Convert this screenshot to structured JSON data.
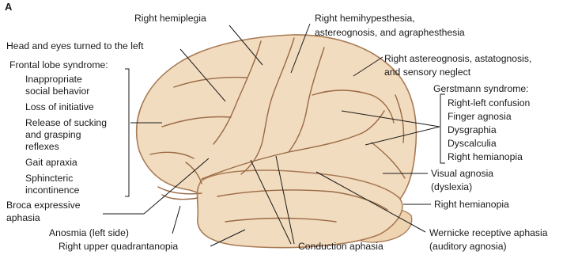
{
  "panel_label": "A",
  "labels": {
    "right_hemiplegia": "Right hemiplegia",
    "hemihypesthesia_1": "Right hemihypesthesia,",
    "hemihypesthesia_2": "astereognosis, and agraphesthesia",
    "head_eyes": "Head and eyes turned to the left",
    "astereognosis_1": "Right astereognosis, astatognosis,",
    "astereognosis_2": "and sensory neglect",
    "frontal_title": "Frontal lobe syndrome:",
    "frontal_items": [
      [
        "Inappropriate",
        "social behavior"
      ],
      [
        "Loss of initiative"
      ],
      [
        "Release of sucking",
        "and grasping",
        "reflexes"
      ],
      [
        "Gait apraxia"
      ],
      [
        "Sphincteric",
        "incontinence"
      ]
    ],
    "gerstmann_title": "Gerstmann syndrome:",
    "gerstmann_items": [
      "Right-left confusion",
      "Finger agnosia",
      "Dysgraphia",
      "Dyscalculia",
      "Right hemianopia"
    ],
    "visual_agnosia_1": "Visual agnosia",
    "visual_agnosia_2": "(dyslexia)",
    "broca_1": "Broca expressive",
    "broca_2": "aphasia",
    "right_hemianopia": "Right hemianopia",
    "anosmia": "Anosmia (left side)",
    "quadrantanopia": "Right upper quadrantanopia",
    "conduction": "Conduction aphasia",
    "wernicke_1": "Wernicke receptive aphasia",
    "wernicke_2": "(auditory agnosia)"
  }
}
